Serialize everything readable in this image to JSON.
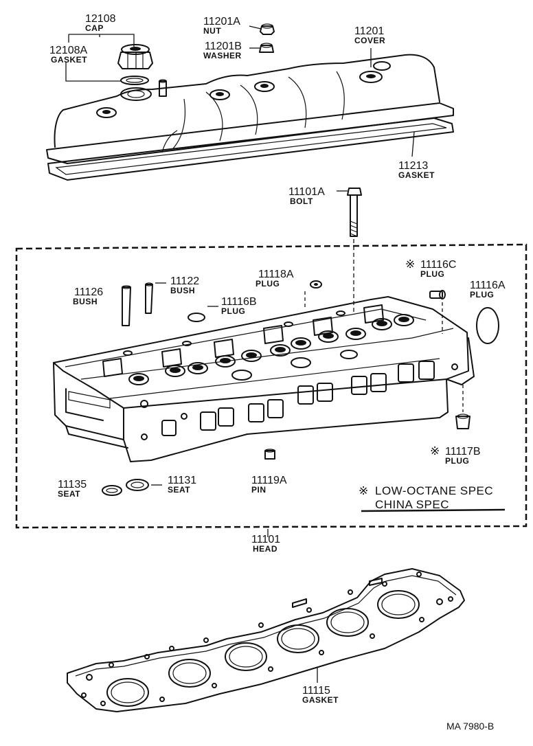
{
  "labels": {
    "cap": {
      "number": "12108",
      "name": "CAP"
    },
    "cap_gasket": {
      "number": "12108A",
      "name": "GASKET"
    },
    "nut": {
      "number": "11201A",
      "name": "NUT"
    },
    "washer": {
      "number": "11201B",
      "name": "WASHER"
    },
    "cover": {
      "number": "11201",
      "name": "COVER"
    },
    "cover_gasket": {
      "number": "11213",
      "name": "GASKET"
    },
    "bolt": {
      "number": "11101A",
      "name": "BOLT"
    },
    "plug_11118a": {
      "number": "11118A",
      "name": "PLUG"
    },
    "plug_11116c": {
      "number": "11116C",
      "name": "PLUG"
    },
    "plug_11116a": {
      "number": "11116A",
      "name": "PLUG"
    },
    "bush_11126": {
      "number": "11126",
      "name": "BUSH"
    },
    "bush_11122": {
      "number": "11122",
      "name": "BUSH"
    },
    "plug_11116b": {
      "number": "11116B",
      "name": "PLUG"
    },
    "plug_11117b": {
      "number": "11117B",
      "name": "PLUG"
    },
    "seat_11135": {
      "number": "11135",
      "name": "SEAT"
    },
    "seat_11131": {
      "number": "11131",
      "name": "SEAT"
    },
    "pin": {
      "number": "11119A",
      "name": "PIN"
    },
    "head": {
      "number": "11101",
      "name": "HEAD"
    },
    "head_gasket": {
      "number": "11115",
      "name": "GASKET"
    }
  },
  "marks": {
    "special_symbol": "※"
  },
  "notes": {
    "low_octane": "LOW-OCTANE  SPEC",
    "china": "CHINA  SPEC"
  },
  "diagram_code": "MA  7980-B"
}
